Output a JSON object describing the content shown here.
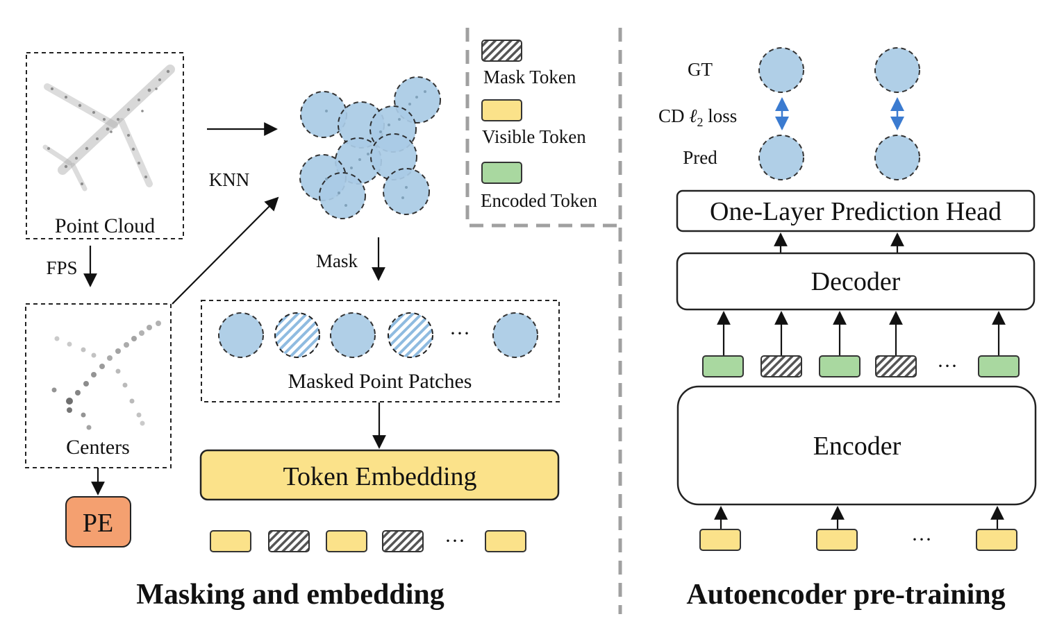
{
  "legend": {
    "mask_token": "Mask Token",
    "visible_token": "Visible Token",
    "encoded_token": "Encoded Token"
  },
  "left": {
    "point_cloud": "Point Cloud",
    "fps": "FPS",
    "centers": "Centers",
    "pe": "PE",
    "knn": "KNN",
    "mask": "Mask",
    "masked_point_patches": "Masked Point Patches",
    "token_embedding": "Token Embedding",
    "ellipsis": "···",
    "title": "Masking and embedding"
  },
  "right": {
    "gt": "GT",
    "cd_loss_prefix": "CD ",
    "cd_loss_l": "ℓ",
    "cd_loss_sub": "2",
    "cd_loss_suffix": " loss",
    "pred": "Pred",
    "prediction_head": "One-Layer Prediction Head",
    "decoder": "Decoder",
    "encoder": "Encoder",
    "ellipsis": "···",
    "title": "Autoencoder pre-training"
  },
  "colors": {
    "visible_token": "#fbe28a",
    "encoded_token": "#a9d8a0",
    "patch_blue": "#aacbe6",
    "pe_orange": "#f4a070",
    "token_embedding": "#fbe28a",
    "divider_gray": "#a0a0a0",
    "double_arrow_blue": "#3b7bd0"
  }
}
